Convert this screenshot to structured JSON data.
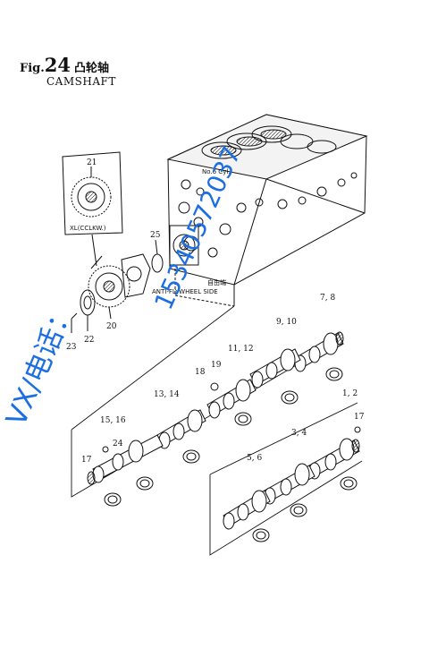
{
  "figure": {
    "prefix": "Fig.",
    "number": "24",
    "title_cn": "凸轮轴",
    "title_en": "CAMSHAFT"
  },
  "callouts": {
    "c21": "21",
    "gear_note": "XL(CCLKW.)",
    "c25": "25",
    "c22": "22",
    "c20": "20",
    "c23": "23",
    "block_label_cn": "自由端",
    "block_label_en": "ANTI-FLYWHEEL SIDE",
    "cyl_label": "No.6 Cyl.",
    "c7_8": "7, 8",
    "c9_10": "9, 10",
    "c11_12": "11, 12",
    "c18": "18",
    "c19": "19",
    "c13_14": "13, 14",
    "c1_2": "1, 2",
    "c17a": "17",
    "c15_16": "15, 16",
    "c24": "24",
    "c17b": "17",
    "c3_4": "3, 4",
    "c5_6": "5, 6"
  },
  "watermark": {
    "left_text": "VX/电话：",
    "diagonal_text": "15340572037",
    "color": "#1d6fe0"
  }
}
